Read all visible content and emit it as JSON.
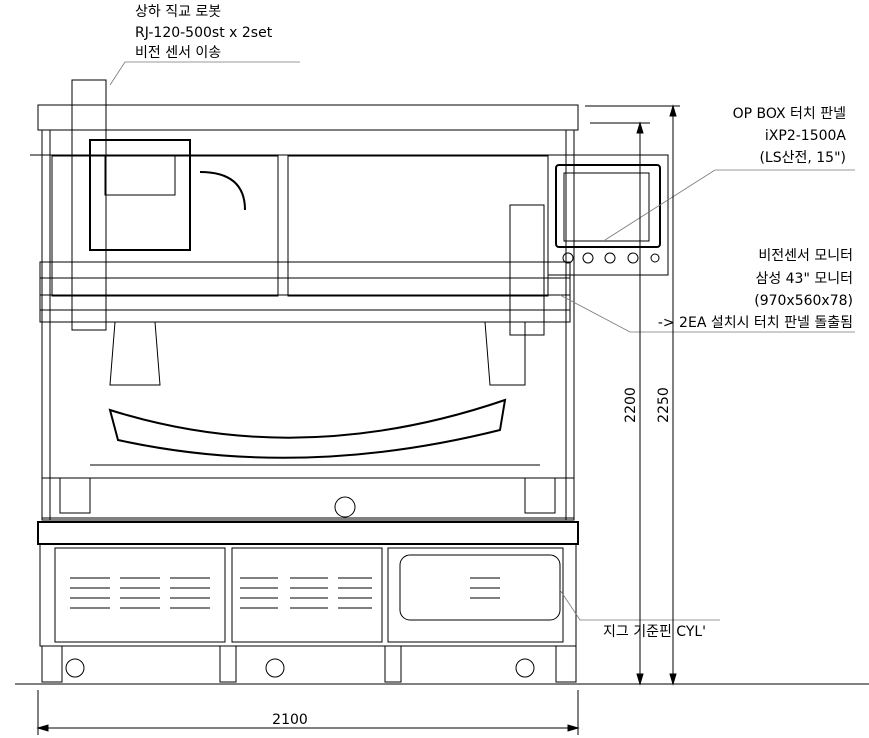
{
  "callouts": {
    "robot": [
      "상하 직교 로봇",
      "RJ-120-500st x 2set",
      "비전 센서 이송"
    ],
    "op_box": [
      "OP BOX 터치 판넬",
      "iXP2-1500A",
      "(LS산전, 15\")"
    ],
    "monitor": [
      "비전센서 모니터",
      "삼성 43\" 모니터",
      "(970x560x78)",
      "-> 2EA 설치시 터치 판넬 돌출됨"
    ],
    "jig": "지그 기준핀 CYL'"
  },
  "dimensions": {
    "width": "2100",
    "height_inner": "2200",
    "height_total": "2250"
  }
}
